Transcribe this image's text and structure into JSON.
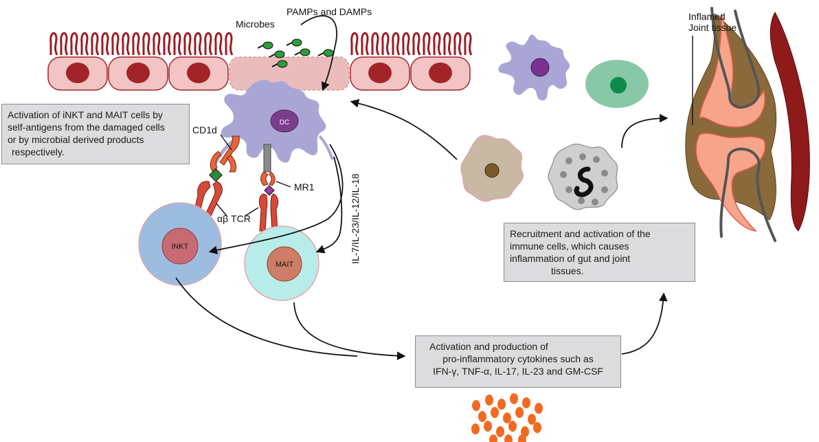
{
  "labels": {
    "microbes": "Microbes",
    "pamps_damps": "PAMPs and DAMPs",
    "dc": "DC",
    "cd1d": "CD1d",
    "mr1": "MR1",
    "ab_tcr": "αβ TCR",
    "inkt": "iNKT",
    "mait": "MAIT",
    "cytokine_axis": "IL-7/IL-23/IL-12/IL-18",
    "inflamed_joint_line1": "Inflamed",
    "inflamed_joint_line2": "Joint tissue"
  },
  "boxes": {
    "activation": [
      "Activation of iNKT and MAIT cells by",
      "self-antigens from the damaged cells",
      "or by microbial derived products",
      "respectively."
    ],
    "recruitment": [
      "Recruitment and activation of the",
      " immune cells, which causes",
      "inflammation of gut and joint",
      "tissues."
    ],
    "cytokines": [
      "Activation and production of",
      " pro-inflammatory cytokines such as",
      "IFN-γ, TNF-α, IL-17, IL-23 and GM-CSF"
    ]
  },
  "colors": {
    "epithelium": "#f2c4c4",
    "nucleus": "#a32428",
    "villi": "#9e1b22",
    "dc": "#a9a6d6",
    "inkt_cell": "#9dbde0",
    "mait_cell": "#b8ece8",
    "receptor": "#e8643a",
    "cytokine": "#f26a22",
    "joint_muscle": "#8e1a1a",
    "joint_fill": "#f7a58a"
  }
}
